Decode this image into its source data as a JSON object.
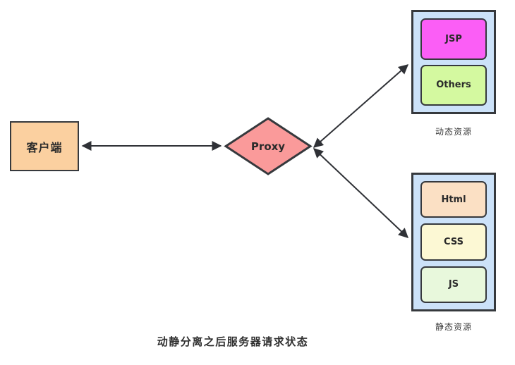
{
  "diagram": {
    "title": "动静分离之后服务器请求状态",
    "nodes": {
      "client": {
        "label": "客户端",
        "fill": "#fbd0a0",
        "stroke": "#36393d"
      },
      "proxy": {
        "label": "Proxy",
        "fill": "#fa9a9a",
        "stroke": "#36393d"
      }
    },
    "groups": [
      {
        "id": "dynamic",
        "caption": "动态资源",
        "fill": "#cce2f9",
        "items": [
          {
            "label": "JSP",
            "fill": "#fb5ef6"
          },
          {
            "label": "Others",
            "fill": "#d4f9a0"
          }
        ]
      },
      {
        "id": "static",
        "caption": "静态资源",
        "fill": "#cce2f9",
        "items": [
          {
            "label": "Html",
            "fill": "#fbe0c4"
          },
          {
            "label": "CSS",
            "fill": "#fcf8d4"
          },
          {
            "label": "JS",
            "fill": "#e8f8dc"
          }
        ]
      }
    ],
    "connectors": [
      {
        "id": "client-proxy",
        "from": "client",
        "to": "proxy",
        "style": "double-arrow"
      },
      {
        "id": "proxy-dynamic",
        "from": "proxy",
        "to": "dynamic",
        "style": "double-arrow"
      },
      {
        "id": "proxy-static",
        "from": "proxy",
        "to": "static",
        "style": "double-arrow"
      }
    ],
    "colors": {
      "line": "#2f3136",
      "container": "#cce2f9",
      "client": "#fbd0a0",
      "proxy": "#fa9a9a"
    }
  }
}
